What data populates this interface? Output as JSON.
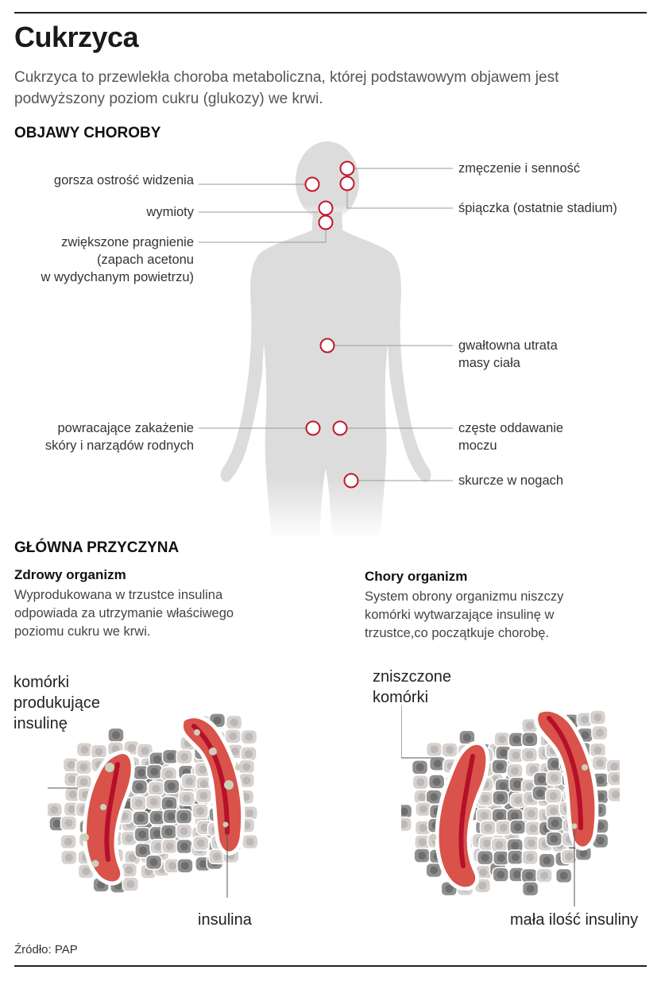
{
  "title": "Cukrzyca",
  "intro": "Cukrzyca to przewlekła choroba metaboliczna, której podstawowym objawem jest podwyższony poziom cukru (glukozy) we krwi.",
  "symptoms": {
    "heading": "OBJAWY CHOROBY",
    "labels": {
      "vision": "gorsza ostrość widzenia",
      "vomiting": "wymioty",
      "thirst": "zwiększone pragnienie\n(zapach acetonu\nw wydychanym powietrzu)",
      "fatigue": "zmęczenie i senność",
      "coma": "śpiączka (ostatnie stadium)",
      "weight": "gwałtowna utrata\nmasy ciała",
      "infections": "powracające zakażenie\nskóry i narządów rodnych",
      "urination": "częste oddawanie\nmoczu",
      "cramps": "skurcze w nogach"
    }
  },
  "cause": {
    "heading": "GŁÓWNA PRZYCZYNA",
    "healthy": {
      "title": "Zdrowy organizm",
      "text": "Wyprodukowana w trzustce insulina odpowiada za utrzymanie właściwego poziomu cukru we krwi.",
      "cells_label": "komórki\nprodukujące\ninsulinę",
      "insulin_label": "insulina"
    },
    "sick": {
      "title": "Chory organizm",
      "text": "System obrony organizmu niszczy komórki wytwarzające insulinę w trzustce,co początkuje chorobę.",
      "cells_label": "zniszczone\nkomórki",
      "insulin_label": "mała ilość insuliny"
    }
  },
  "source": "Źródło: PAP",
  "colors": {
    "marker": "#c0182c",
    "body_silhouette": "#dcdcdc",
    "islet_fill": "#d9534a",
    "vessel": "#c0182c",
    "cell_light": "#d6d2d0",
    "cell_dark": "#8f8f8f",
    "leader_line": "#9a9a9a"
  }
}
